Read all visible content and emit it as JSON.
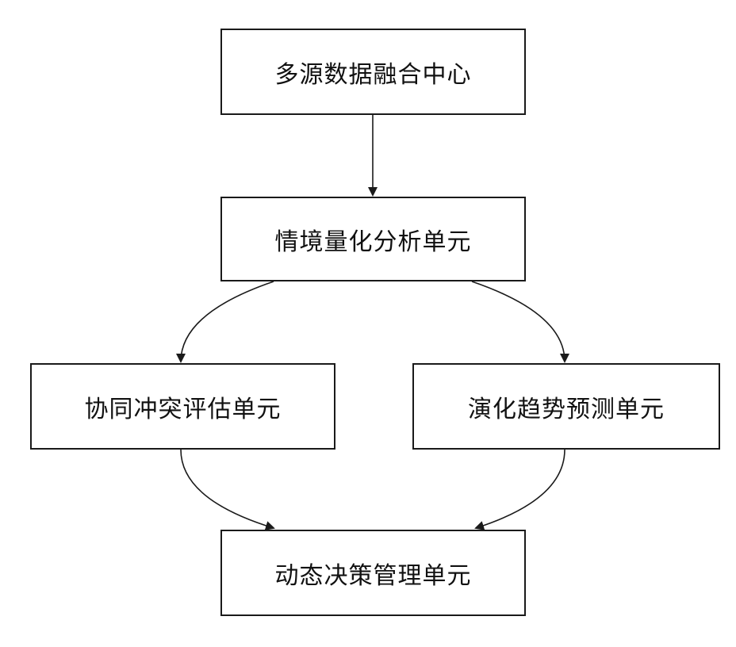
{
  "nodes": {
    "fusion_center": "多源数据融合中心",
    "situation_analysis": "情境量化分析单元",
    "conflict_assessment": "协同冲突评估单元",
    "trend_prediction": "演化趋势预测单元",
    "decision_management": "动态决策管理单元"
  }
}
